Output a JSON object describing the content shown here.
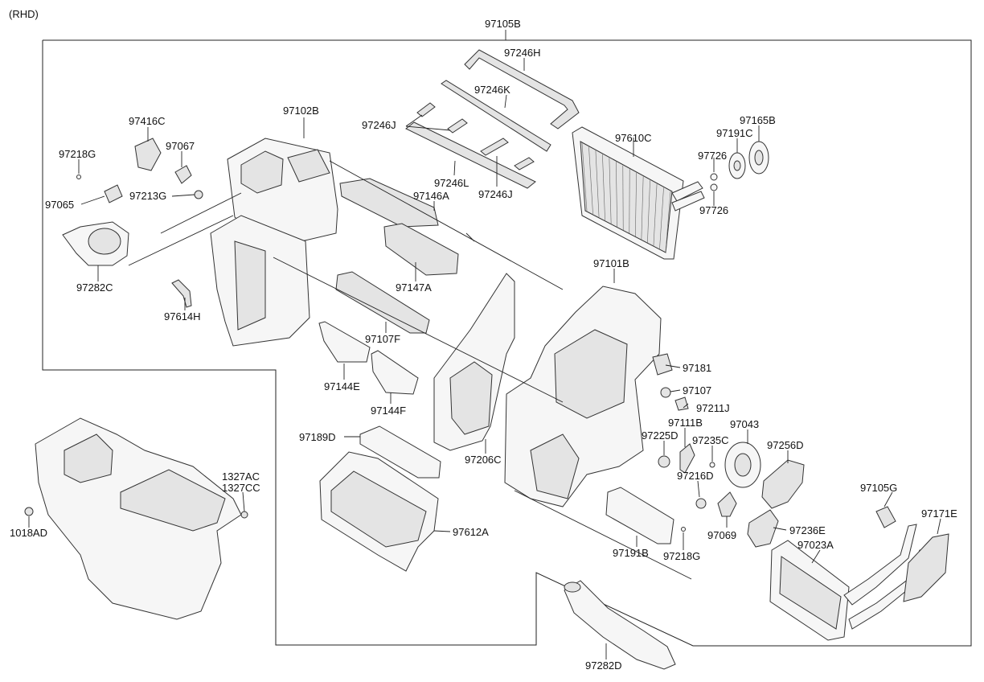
{
  "diagram": {
    "variant_label": "(RHD)",
    "assembly_label": "97105B",
    "parts": [
      {
        "id": "97246H",
        "label": "97246H"
      },
      {
        "id": "97246K",
        "label": "97246K"
      },
      {
        "id": "97246J_top",
        "label": "97246J"
      },
      {
        "id": "97246L",
        "label": "97246L"
      },
      {
        "id": "97246J_bottom",
        "label": "97246J"
      },
      {
        "id": "97610C",
        "label": "97610C"
      },
      {
        "id": "97165B",
        "label": "97165B"
      },
      {
        "id": "97191C",
        "label": "97191C"
      },
      {
        "id": "97726_top",
        "label": "97726"
      },
      {
        "id": "97726_bottom",
        "label": "97726"
      },
      {
        "id": "97416C",
        "label": "97416C"
      },
      {
        "id": "97102B",
        "label": "97102B"
      },
      {
        "id": "97067",
        "label": "97067"
      },
      {
        "id": "97218G_left",
        "label": "97218G"
      },
      {
        "id": "97213G",
        "label": "97213G"
      },
      {
        "id": "97146A",
        "label": "97146A"
      },
      {
        "id": "97065",
        "label": "97065"
      },
      {
        "id": "97282C",
        "label": "97282C"
      },
      {
        "id": "97147A",
        "label": "97147A"
      },
      {
        "id": "97101B",
        "label": "97101B"
      },
      {
        "id": "97614H",
        "label": "97614H"
      },
      {
        "id": "97107F",
        "label": "97107F"
      },
      {
        "id": "97181",
        "label": "97181"
      },
      {
        "id": "97144E",
        "label": "97144E"
      },
      {
        "id": "97107",
        "label": "97107"
      },
      {
        "id": "97211J",
        "label": "97211J"
      },
      {
        "id": "97144F",
        "label": "97144F"
      },
      {
        "id": "97111B",
        "label": "97111B"
      },
      {
        "id": "97043",
        "label": "97043"
      },
      {
        "id": "97189D",
        "label": "97189D"
      },
      {
        "id": "97225D",
        "label": "97225D"
      },
      {
        "id": "97235C",
        "label": "97235C"
      },
      {
        "id": "97256D",
        "label": "97256D"
      },
      {
        "id": "97206C",
        "label": "97206C"
      },
      {
        "id": "97216D",
        "label": "97216D"
      },
      {
        "id": "1327AC",
        "label": "1327AC"
      },
      {
        "id": "1327CC",
        "label": "1327CC"
      },
      {
        "id": "97105G",
        "label": "97105G"
      },
      {
        "id": "97171E",
        "label": "97171E"
      },
      {
        "id": "1018AD",
        "label": "1018AD"
      },
      {
        "id": "97612A",
        "label": "97612A"
      },
      {
        "id": "97069",
        "label": "97069"
      },
      {
        "id": "97236E",
        "label": "97236E"
      },
      {
        "id": "97023A",
        "label": "97023A"
      },
      {
        "id": "97191B",
        "label": "97191B"
      },
      {
        "id": "97218G_right",
        "label": "97218G"
      },
      {
        "id": "97282D",
        "label": "97282D"
      }
    ]
  }
}
